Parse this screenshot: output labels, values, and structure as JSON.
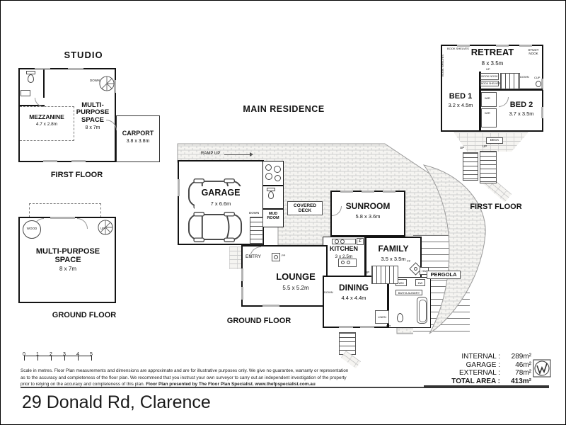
{
  "main": {
    "title": "MAIN RESIDENCE",
    "floor": "GROUND FLOOR",
    "ramp": "RAMP UP",
    "garage": {
      "name": "GARAGE",
      "dims": "7 x 6.6m"
    },
    "sunroom": {
      "name": "SUNROOM",
      "dims": "5.8 x 3.6m"
    },
    "kitchen": {
      "name": "KITCHEN",
      "dims": "3 x 2.5m"
    },
    "family": {
      "name": "FAMILY",
      "dims": "3.5 x 3.5m"
    },
    "lounge": {
      "name": "LOUNGE",
      "dims": "5.5 x 5.2m"
    },
    "dining": {
      "name": "DINING",
      "dims": "4.4 x 4.4m"
    },
    "mud_room": "MUD ROOM",
    "covered_deck": "COVERED DECK",
    "entry": "ENTRY",
    "pergola": "PERGOLA",
    "labels": {
      "down": "DOWN",
      "up": "UP",
      "f": "F",
      "pp": "PP",
      "wm": "WM",
      "dw": "DW",
      "hw": "HW",
      "bath_laundry": "BATH/LAUNDRY",
      "linen": "LINEN"
    }
  },
  "studio1": {
    "title": "STUDIO",
    "floor": "FIRST FLOOR",
    "mezzanine": {
      "name": "MEZZANINE",
      "dims": "4.7 x 2.8m"
    },
    "multi": {
      "name": "MULTI-PURPOSE SPACE",
      "dims": "8 x 7m"
    },
    "carport": {
      "name": "CARPORT",
      "dims": "3.8 x 3.8m"
    },
    "down": "DOWN"
  },
  "studio0": {
    "floor": "GROUND FLOOR",
    "multi": {
      "name": "MULTI-PURPOSE SPACE",
      "dims": "8 x 7m"
    },
    "wood": "WOOD",
    "up": "UP"
  },
  "retreat": {
    "floor": "FIRST FLOOR",
    "retreat": {
      "name": "RETREAT",
      "dims": "8 x 3.5m"
    },
    "bed1": {
      "name": "BED 1",
      "dims": "3.2 x 4.5m"
    },
    "bed2": {
      "name": "BED 2",
      "dims": "3.7 x 3.5m"
    },
    "labels": {
      "book_shelves": "BOOK SHELVES",
      "study_nook": "STUDY NOOK",
      "book_nook": "BOOK NOOK",
      "down": "DOWN",
      "up": "UP",
      "wir": "WIR",
      "cup": "CUP",
      "deck": "DECK"
    }
  },
  "footer": {
    "scale": [
      "0",
      "1",
      "2",
      "3",
      "4",
      "5"
    ],
    "disclaimer1": "Scale in metres.  Floor Plan measurements and dimensions are approximate and are for illustrative purposes only. We give no guarantee, warranty or representation",
    "disclaimer2": "as to the accuracy and completeness of the floor plan.  We recommend that you instruct your own surveyor to carry out an independent investigation of the property",
    "disclaimer3": "prior to relying on the accuracy and completeness of this plan.",
    "disclaimer_bold": "Floor Plan presented by The Floor Plan Specialist. www.thefpspecialist.com.au",
    "areas": {
      "internal_label": "INTERNAL :",
      "internal_value": "289m²",
      "garage_label": "GARAGE :",
      "garage_value": "46m²",
      "external_label": "EXTERNAL :",
      "external_value": "78m²",
      "total_label": "TOTAL AREA :",
      "total_value": "413m²"
    },
    "address": "29 Donald Rd, Clarence"
  }
}
